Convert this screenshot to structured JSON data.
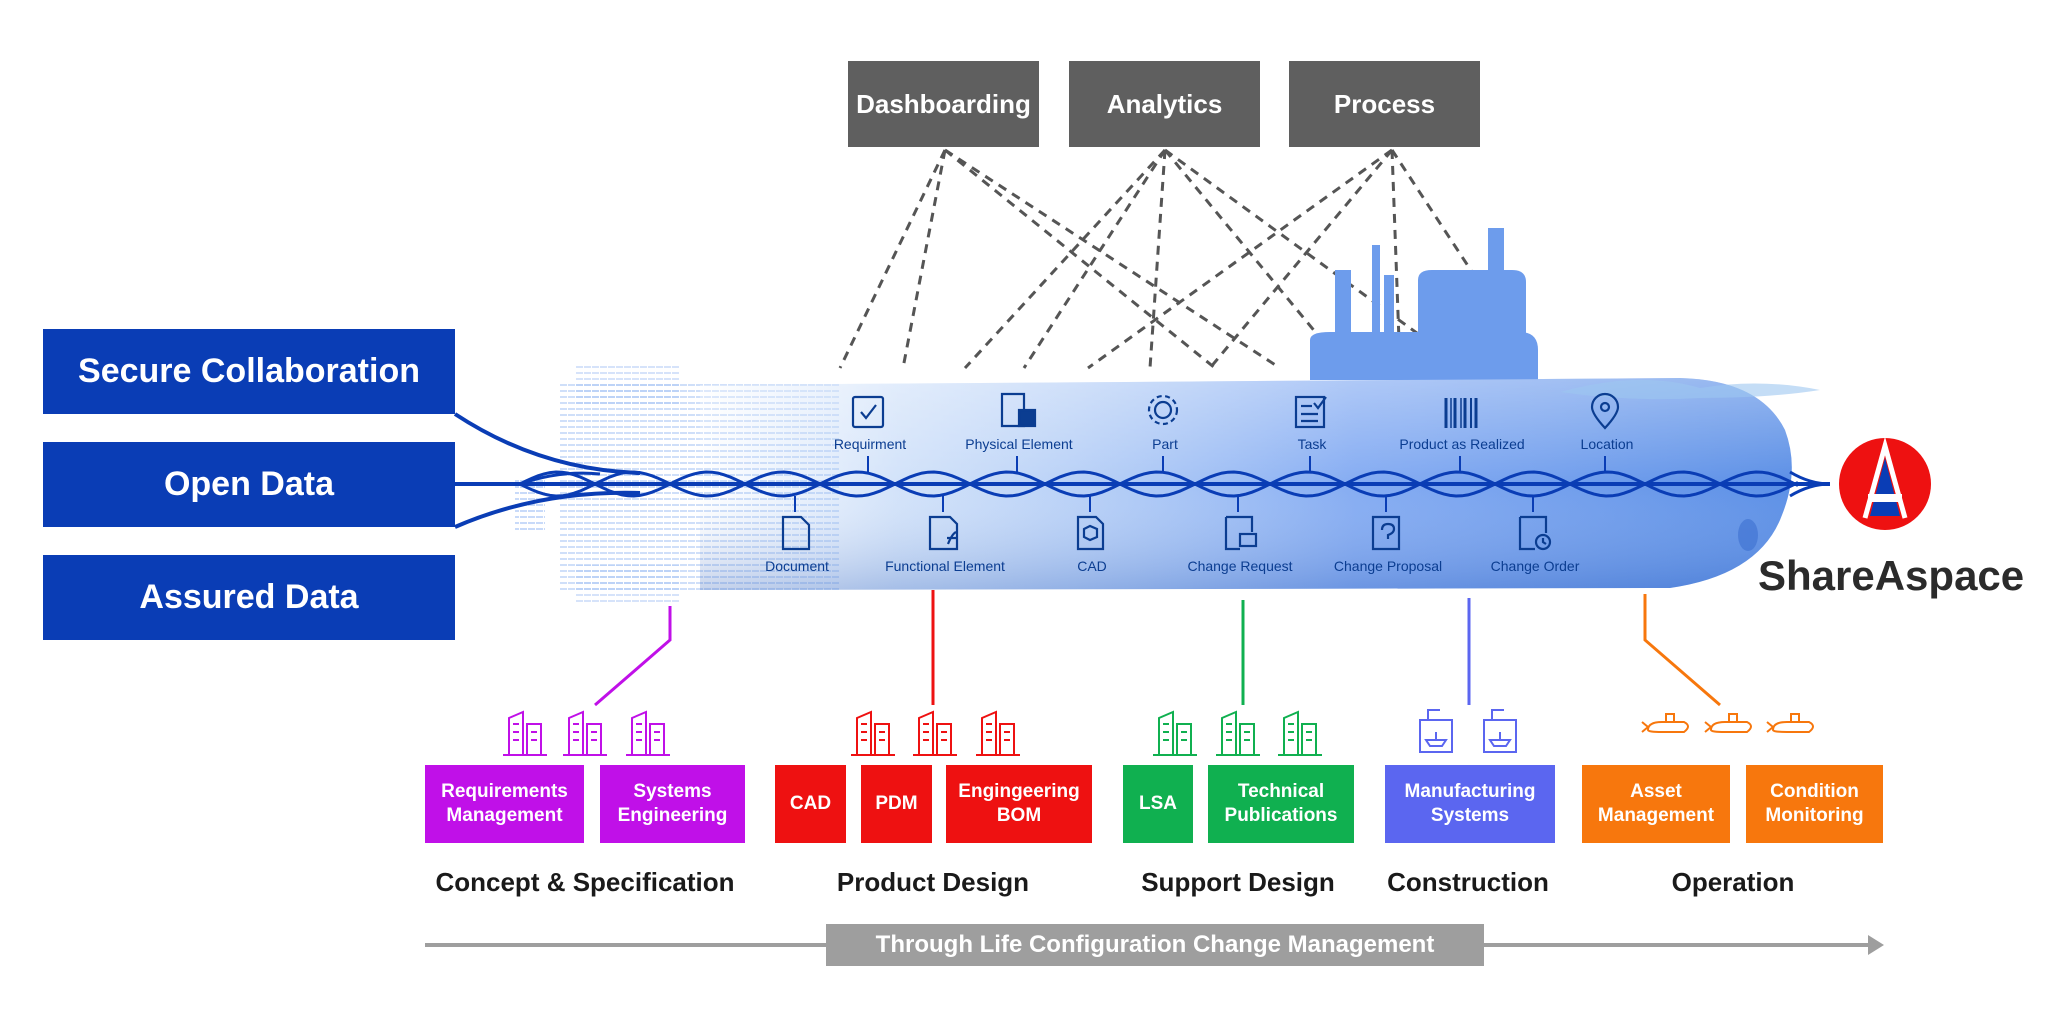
{
  "top_boxes": [
    "Dashboarding",
    "Analytics",
    "Process"
  ],
  "left_boxes": [
    "Secure Collaboration",
    "Open Data",
    "Assured Data"
  ],
  "objects_top": [
    {
      "label": "Requirment",
      "icon": "checkbox-icon"
    },
    {
      "label": "Physical Element",
      "icon": "physical-element-icon"
    },
    {
      "label": "Part",
      "icon": "gear-icon"
    },
    {
      "label": "Task",
      "icon": "task-list-icon"
    },
    {
      "label": "Product as Realized",
      "icon": "barcode-icon"
    },
    {
      "label": "Location",
      "icon": "location-pin-icon"
    }
  ],
  "objects_bottom": [
    {
      "label": "Document",
      "icon": "document-icon"
    },
    {
      "label": "Functional Element",
      "icon": "function-document-icon"
    },
    {
      "label": "CAD",
      "icon": "cad-cube-icon"
    },
    {
      "label": "Change Request",
      "icon": "change-request-icon"
    },
    {
      "label": "Change Proposal",
      "icon": "change-proposal-icon"
    },
    {
      "label": "Change Order",
      "icon": "change-order-icon"
    }
  ],
  "apps": [
    {
      "label": "Requirements Management",
      "color": "#c010e8"
    },
    {
      "label": "Systems Engineering",
      "color": "#c010e8"
    },
    {
      "label": "CAD",
      "color": "#ee1111"
    },
    {
      "label": "PDM",
      "color": "#ee1111"
    },
    {
      "label": "Engingeering BOM",
      "color": "#ee1111"
    },
    {
      "label": "LSA",
      "color": "#10b050"
    },
    {
      "label": "Technical Publications",
      "color": "#10b050"
    },
    {
      "label": "Manufacturing Systems",
      "color": "#5b66f0"
    },
    {
      "label": "Asset Management",
      "color": "#f7770d"
    },
    {
      "label": "Condition Monitoring",
      "color": "#f7770d"
    }
  ],
  "phases": [
    {
      "label": "Concept & Specification",
      "color": "#c010e8",
      "icon": "buildings-icon"
    },
    {
      "label": "Product Design",
      "color": "#ee1111",
      "icon": "buildings-icon"
    },
    {
      "label": "Support Design",
      "color": "#10b050",
      "icon": "buildings-icon"
    },
    {
      "label": "Construction",
      "color": "#5b66f0",
      "icon": "shipyard-icon"
    },
    {
      "label": "Operation",
      "color": "#f7770d",
      "icon": "submarine-icon"
    }
  ],
  "timeline_label": "Through Life Configuration Change Management",
  "brand": {
    "name": "ShareAspace",
    "logo_letter": "A",
    "logo_color": "#ee1111",
    "logo_letter_color": "#0a3db5"
  },
  "colors": {
    "dark_blue": "#0a3db5",
    "gray_box": "#5f5f5f",
    "hull_blue": "#5b8fe6"
  }
}
